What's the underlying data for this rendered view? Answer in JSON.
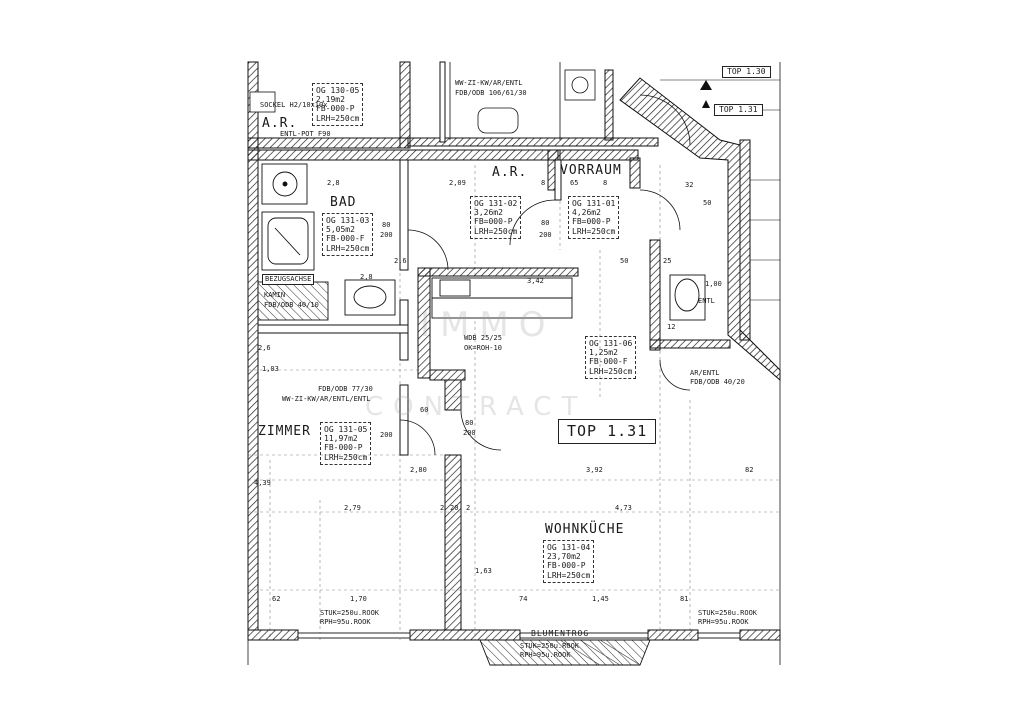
{
  "plan": {
    "top_label": "TOP 1.31",
    "top_corner_1": "TOP 1.30",
    "top_corner_2": "TOP 1.31",
    "rooms": {
      "bad": {
        "name": "BAD",
        "code": "OG 131-03",
        "area": "5,05m2",
        "fb": "FB-000-F",
        "lrh": "LRH=250cm"
      },
      "ar": {
        "name": "A.R.",
        "code": "OG 131-02",
        "area": "3,26m2",
        "fb": "FB=000-P",
        "lrh": "LRH=250cm"
      },
      "vorraum": {
        "name": "VORRAUM",
        "code": "OG 131-01",
        "area": "4,26m2",
        "fb": "FB=000-P",
        "lrh": "LRH=250cm"
      },
      "zimmer": {
        "name": "ZIMMER",
        "code": "OG 131-05",
        "area": "11,97m2",
        "fb": "FB-000-P",
        "lrh": "LRH=250cm"
      },
      "wc": {
        "code": "OG 131-06",
        "area": "1,25m2",
        "fb": "FB-000-F",
        "lrh": "LRH=250cm"
      },
      "wohnkueche": {
        "name": "WOHNKÜCHE",
        "code": "OG 131-04",
        "area": "23,70m2",
        "fb": "FB-000-P",
        "lrh": "LRH=250cm"
      },
      "top_ar": {
        "name": "A.R.",
        "code": "OG 130-05",
        "area": "2,19m2",
        "fb": "FB-000-P",
        "lrh": "LRH=250cm"
      }
    },
    "notes": {
      "bezugsachse": "BEZUGSACHSE",
      "kamin": "KAMIN",
      "kamin_fdb": "FDB/ODB 40/10",
      "wdb": "WDB 25/25",
      "wdb_ok": "OK=ROH-10",
      "fdb_zimmer": "FDB/ODB 77/30",
      "ww_zimmer": "WW-ZI-KW/AR/ENTL/ENTL",
      "ww_top": "WW-ZI-KW/AR/ENTL",
      "fdb_top": "FDB/ODB 106/61/30",
      "ar_entl": "AR/ENTL",
      "fdb_right": "FDB/ODB 40/20",
      "entl_top": "ENTL-POT F90",
      "sockel": "SOCKEL H2/10x10x",
      "blumentrog": "BLUMENTROG",
      "stuk_left": "STUK=250u.ROOK",
      "rph_left": "RPH=95u.ROOK",
      "stuk_right": "STUK=250u.ROOK",
      "rph_right": "RPH=95u.ROOK",
      "stuk_center": "STUK=250u.ROOK",
      "rph_center": "RPH=95u.ROOK",
      "entl": "ENTL"
    },
    "dims": {
      "d1": "2,8",
      "d2": "2,09",
      "d3": "8",
      "d4": "65",
      "d5": "8",
      "d6": "80",
      "d7": "200",
      "d8": "80",
      "d9": "200",
      "d10": "2,8",
      "d11": "3,42",
      "d12": "2,6",
      "d13": "1,03",
      "d14": "60",
      "d15": "200",
      "d16": "80",
      "d17": "200",
      "d18": "2,80",
      "d19": "3,92",
      "d20": "82",
      "d21": "2,79",
      "d22": "4,73",
      "d23": "2",
      "d24": "20",
      "d25": "2",
      "d26": "1,70",
      "d27": "1,45",
      "d28": "62",
      "d29": "74",
      "d30": "81",
      "d31": "4,39",
      "d32": "1,00",
      "d33": "50",
      "d34": "32",
      "d35": "2,6",
      "d36": "12",
      "d37": "25",
      "d38": "1,63",
      "d39": "50"
    },
    "watermark_1": "IMMO",
    "watermark_2": "CONTRACT"
  }
}
